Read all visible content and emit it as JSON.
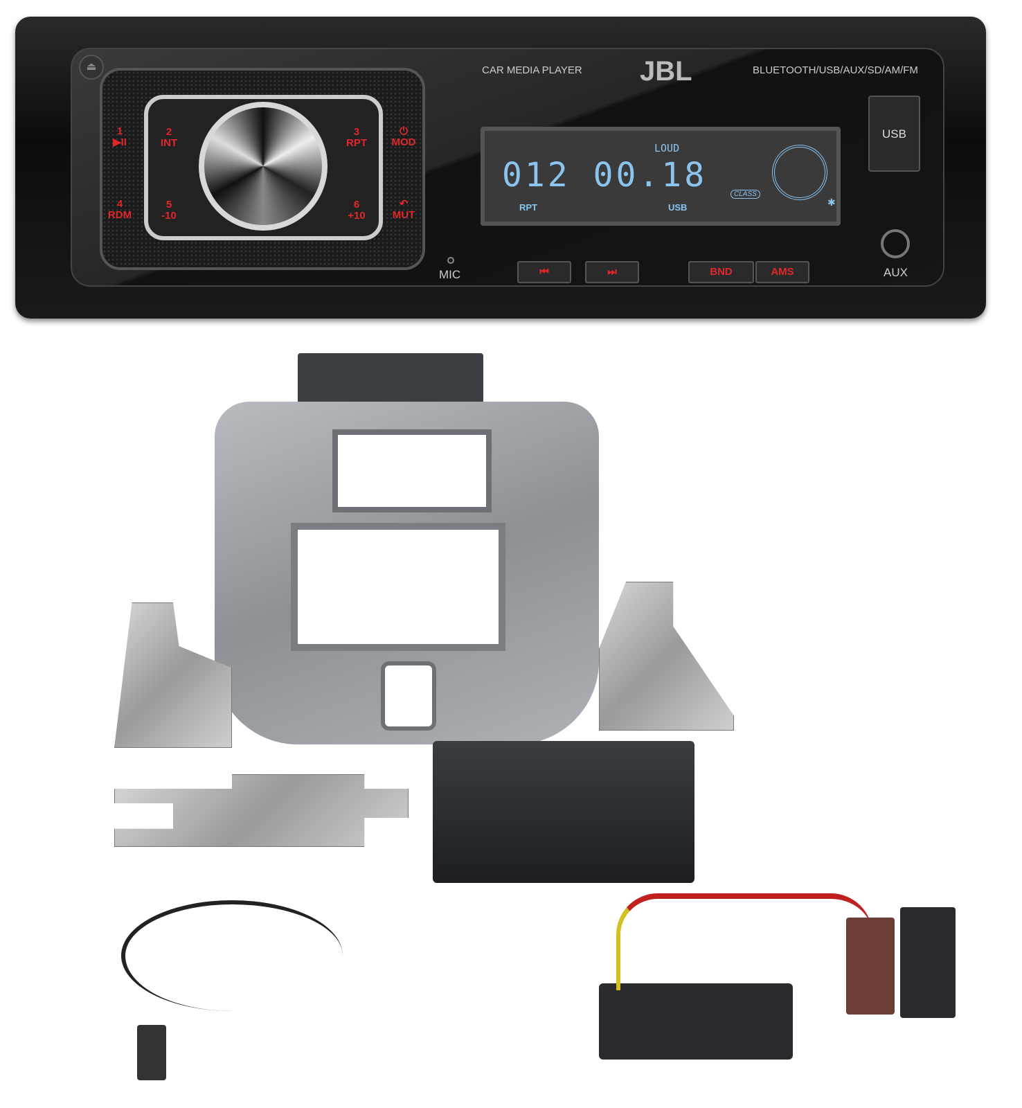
{
  "radio": {
    "brand": "JBL",
    "left_caption": "CAR MEDIA PLAYER",
    "right_caption": "BLUETOOTH/USB/AUX/SD/AM/FM",
    "buttons": [
      {
        "num": "1",
        "label": "▶II"
      },
      {
        "num": "2",
        "label": "INT"
      },
      {
        "num": "3",
        "label": "RPT"
      },
      {
        "num": "⏻",
        "label": "MOD"
      },
      {
        "num": "4",
        "label": "RDM"
      },
      {
        "num": "5",
        "label": "-10"
      },
      {
        "num": "6",
        "label": "+10"
      },
      {
        "num": "↶",
        "label": "MUT"
      }
    ],
    "display": {
      "loud": "LOUD",
      "digits": "012 00.18",
      "class": "CLASS",
      "rpt": "RPT",
      "source": "USB",
      "bluetooth": "✱"
    },
    "usb_port": "USB",
    "aux_label": "AUX",
    "mic_label": "MIC",
    "bottom_buttons": [
      "⏮",
      "⏭",
      "BND",
      "AMS"
    ],
    "display_color": "#8cc4f0",
    "button_color": "#e0282a"
  }
}
